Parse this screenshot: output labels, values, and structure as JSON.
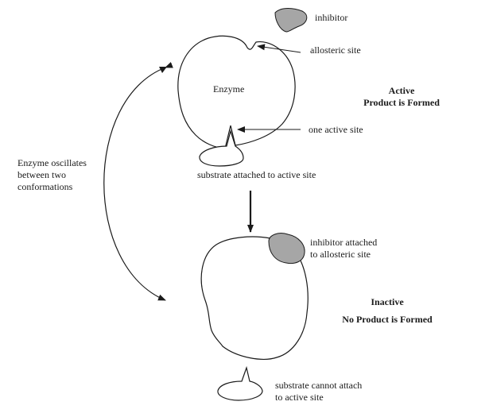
{
  "colors": {
    "line": "#1a1a1a",
    "inhibitor_fill": "#a6a6a6",
    "substrate_fill": "#ffffff",
    "background": "#ffffff"
  },
  "labels": {
    "inhibitor": "inhibitor",
    "allosteric_site": "allosteric site",
    "enzyme": "Enzyme",
    "active_state_line1": "Active",
    "active_state_line2": "Product is Formed",
    "one_active_site": "one active site",
    "substrate_attached": "substrate attached to active site",
    "oscillates_line1": "Enzyme oscillates",
    "oscillates_line2": "between two",
    "oscillates_line3": "conformations",
    "inhibitor_attached_line1": "inhibitor attached",
    "inhibitor_attached_line2": "to allosteric site",
    "inactive_state_line1": "Inactive",
    "inactive_state_line2": "No Product is Formed",
    "substrate_cannot_line1": "substrate cannot attach",
    "substrate_cannot_line2": "to active site"
  }
}
